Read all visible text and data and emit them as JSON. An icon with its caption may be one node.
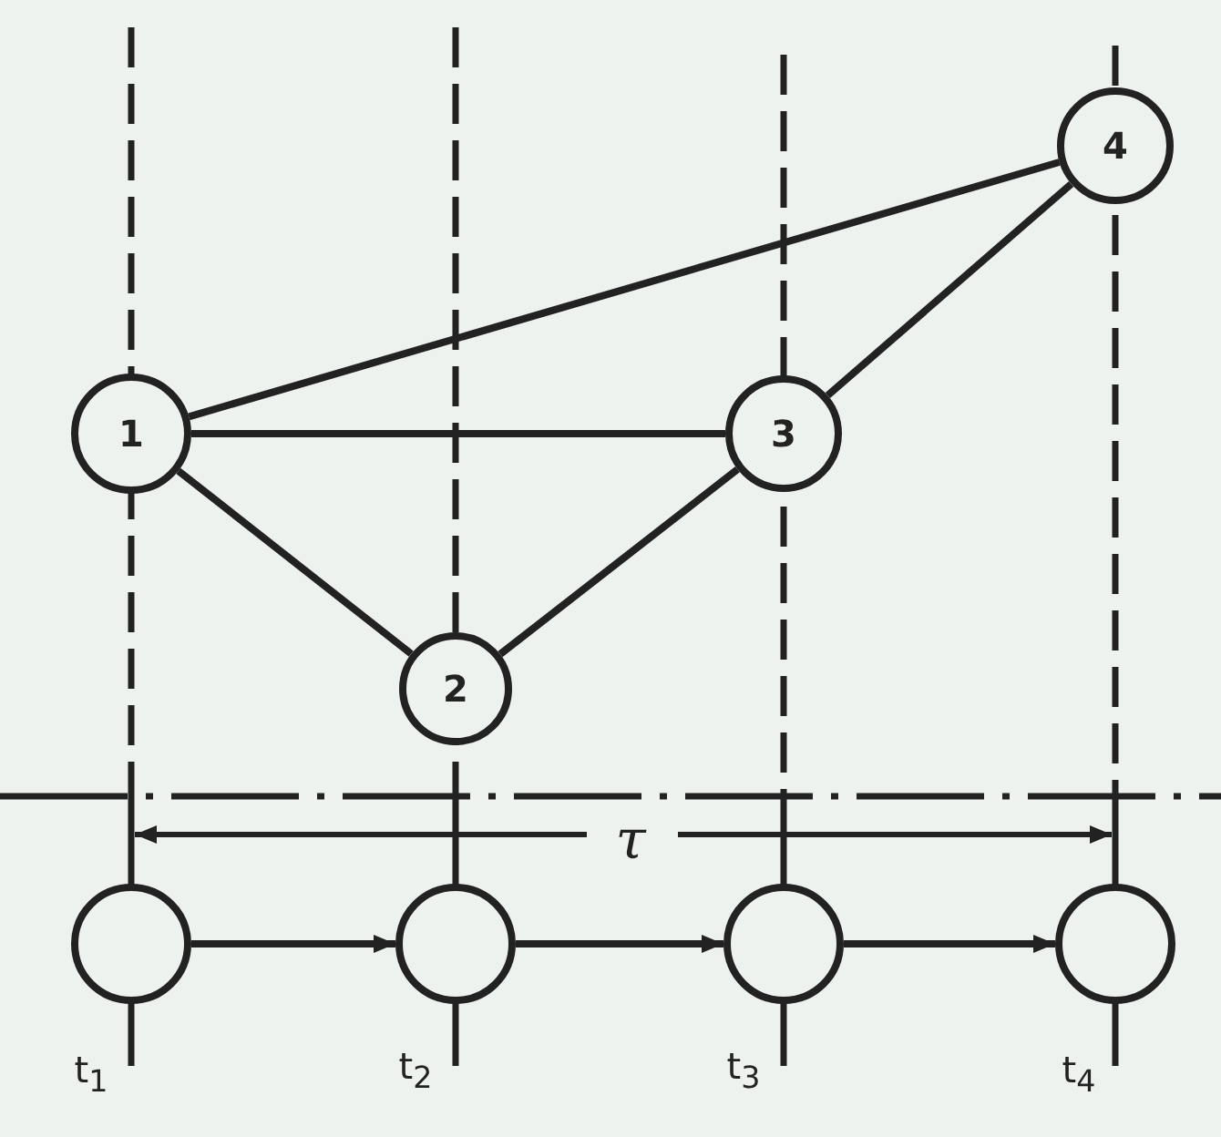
{
  "diagram": {
    "nodes": [
      {
        "text": [
          "1"
        ]
      },
      {
        "text": [
          "2"
        ]
      },
      {
        "text": [
          "3"
        ]
      },
      {
        "text": [
          "4"
        ]
      },
      {
        "text": [],
        "shape": "circle",
        "beside": [
          "t$_{1}$"
        ]
      },
      {
        "text": [],
        "shape": "circle",
        "beside": [
          "t$_{2}$"
        ]
      },
      {
        "text": [],
        "shape": "circle",
        "beside": [
          "t$_{3}$"
        ]
      },
      {
        "text": [],
        "shape": "circle",
        "beside": [
          "t$_{4}$"
        ]
      }
    ],
    "edges": [
      {
        "from": 0,
        "to": 3,
        "arrow": "none"
      },
      {
        "from": 0,
        "to": 2,
        "arrow": "none"
      },
      {
        "from": 0,
        "to": 1,
        "arrow": "none"
      },
      {
        "from": 1,
        "to": 2,
        "arrow": "none"
      },
      {
        "from": 2,
        "to": 3,
        "arrow": "none"
      },
      {
        "from": 4,
        "to": 5,
        "arrow": "to"
      },
      {
        "from": 5,
        "to": 6,
        "arrow": "to"
      },
      {
        "from": 6,
        "to": 7,
        "arrow": "to"
      }
    ],
    "labels": [
      "τ"
    ]
  }
}
